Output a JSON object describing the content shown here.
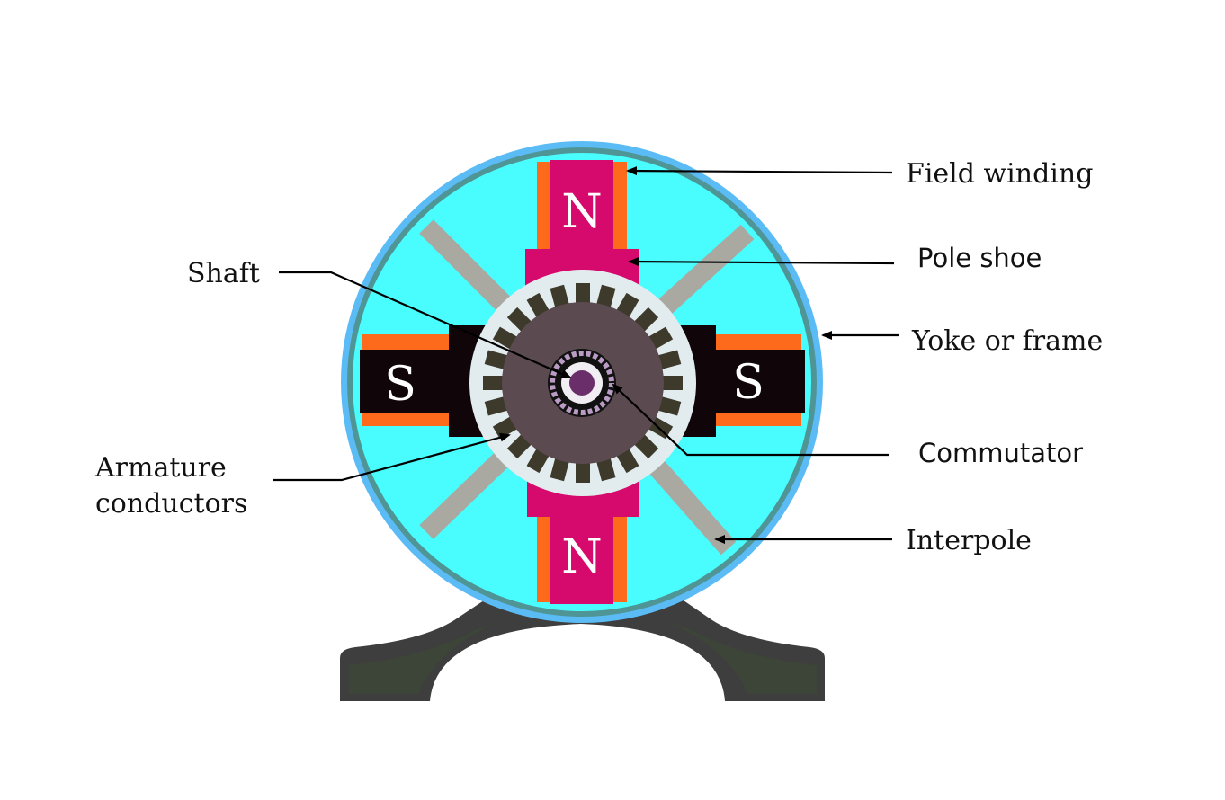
{
  "poles": {
    "top": "N",
    "bottom": "N",
    "left": "S",
    "right": "S"
  },
  "labels": {
    "field_winding": "Field winding",
    "pole_shoe": "Pole shoe",
    "yoke": "Yoke or frame",
    "commutator": "Commutator",
    "interpole": "Interpole",
    "shaft": "Shaft",
    "armature_line1": "Armature",
    "armature_line2": "conductors"
  },
  "colors": {
    "yoke_outer": "#5bbcf5",
    "yoke_inner_ring": "#4f9595",
    "stator_fill": "#49fcfd",
    "north_pole": "#d60a6c",
    "south_pole": "#100508",
    "field_winding": "#fd6a1c",
    "interpole": "#a9a9a2",
    "armature_ring": "#e2ecee",
    "armature_core": "#5b4a50",
    "conductor": "#3d3a2c",
    "shaft": "#6a2f6b",
    "base": "#3e3e3e",
    "base_fill": "#3c4637"
  }
}
